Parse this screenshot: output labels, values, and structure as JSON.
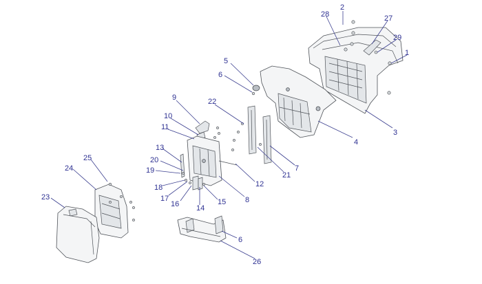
{
  "diagram": {
    "accent_color": "#2e3192",
    "callouts": [
      {
        "id": "c1",
        "label": "1"
      },
      {
        "id": "c2",
        "label": "2"
      },
      {
        "id": "c3",
        "label": "3"
      },
      {
        "id": "c4",
        "label": "4"
      },
      {
        "id": "c5",
        "label": "5"
      },
      {
        "id": "c6a",
        "label": "6"
      },
      {
        "id": "c6b",
        "label": "6"
      },
      {
        "id": "c7",
        "label": "7"
      },
      {
        "id": "c8",
        "label": "8"
      },
      {
        "id": "c9",
        "label": "9"
      },
      {
        "id": "c10",
        "label": "10"
      },
      {
        "id": "c11",
        "label": "11"
      },
      {
        "id": "c12",
        "label": "12"
      },
      {
        "id": "c13",
        "label": "13"
      },
      {
        "id": "c14",
        "label": "14"
      },
      {
        "id": "c15",
        "label": "15"
      },
      {
        "id": "c16",
        "label": "16"
      },
      {
        "id": "c17",
        "label": "17"
      },
      {
        "id": "c18",
        "label": "18"
      },
      {
        "id": "c19",
        "label": "19"
      },
      {
        "id": "c20",
        "label": "20"
      },
      {
        "id": "c21",
        "label": "21"
      },
      {
        "id": "c22",
        "label": "22"
      },
      {
        "id": "c23",
        "label": "23"
      },
      {
        "id": "c24",
        "label": "24"
      },
      {
        "id": "c25",
        "label": "25"
      },
      {
        "id": "c26",
        "label": "26"
      },
      {
        "id": "c27",
        "label": "27"
      },
      {
        "id": "c28",
        "label": "28"
      },
      {
        "id": "c29",
        "label": "29"
      }
    ]
  }
}
